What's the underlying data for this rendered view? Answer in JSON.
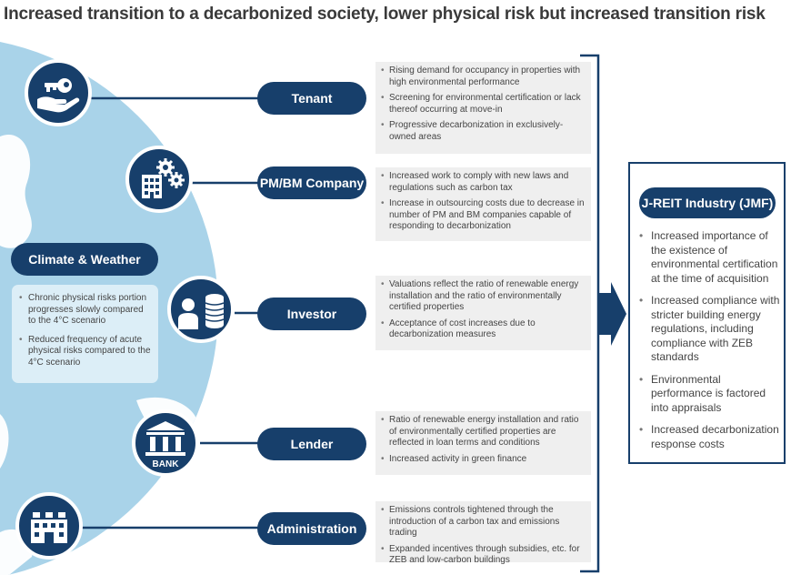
{
  "title": "Increased transition to a decarbonized society, lower physical risk but increased transition risk",
  "colors": {
    "navy": "#173f6b",
    "globe": "#a9d3e9",
    "land": "#ffffff",
    "panel": "#efefef",
    "climate_panel": "#dceef7"
  },
  "climate": {
    "label": "Climate & Weather",
    "items": [
      "Chronic physical risks portion progresses slowly compared to the 4°C scenario",
      "Reduced frequency of acute physical risks compared to the 4°C scenario"
    ]
  },
  "stakeholders": [
    {
      "label": "Tenant",
      "icon": "key-hand-icon",
      "items": [
        "Rising demand for occupancy in properties with high environmental performance",
        "Screening for environmental certification or lack thereof occurring at move-in",
        "Progressive decarbonization in exclusively-owned areas"
      ]
    },
    {
      "label": "PM/BM Company",
      "icon": "building-gears-icon",
      "items": [
        "Increased work to comply with new laws and regulations such as carbon tax",
        "Increase in outsourcing costs due to decrease in number of PM and BM companies capable of responding to decarbonization"
      ]
    },
    {
      "label": "Investor",
      "icon": "investor-coins-icon",
      "items": [
        "Valuations reflect the ratio of renewable energy installation and the ratio of environmentally certified properties",
        "Acceptance of cost increases due to decarbonization measures"
      ]
    },
    {
      "label": "Lender",
      "icon": "bank-icon",
      "icon_text": "BANK",
      "items": [
        "Ratio of renewable energy installation and ratio of environmentally certified properties are reflected in loan terms and conditions",
        "Increased activity in green finance"
      ]
    },
    {
      "label": "Administration",
      "icon": "government-building-icon",
      "items": [
        "Emissions controls tightened through the introduction of a carbon tax and emissions trading",
        "Expanded incentives through subsidies, etc. for ZEB and low-carbon buildings"
      ]
    }
  ],
  "jreit": {
    "label": "J-REIT Industry (JMF)",
    "items": [
      "Increased importance of the existence of environmental certification at the time of acquisition",
      "Increased compliance with stricter building energy regulations, including compliance with ZEB standards",
      "Environmental performance is factored into appraisals",
      "Increased decarbonization response costs"
    ]
  }
}
